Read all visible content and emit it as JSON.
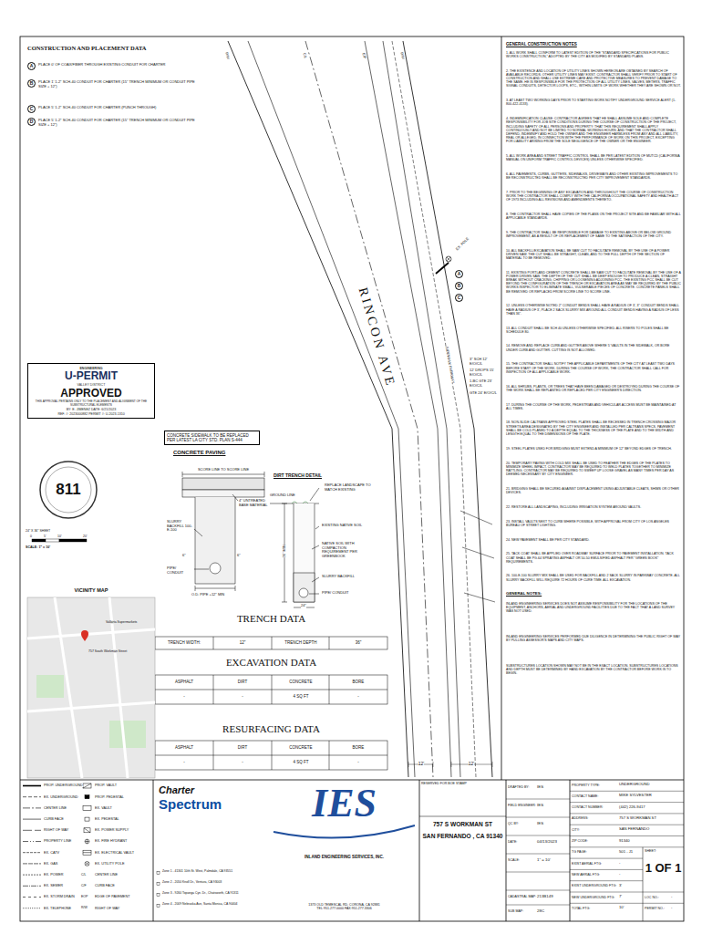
{
  "diagram": {
    "nodes": [
      {
        "text": [
          "A"
        ]
      },
      {
        "text": [
          "B"
        ]
      },
      {
        "text": [
          "C"
        ]
      },
      {
        "text": [
          "D"
        ]
      },
      {
        "text": [
          "ENGINEERING",
          "U-PERMIT",
          "VALLEY DISTRICT",
          "APPROVED",
          "THIS APPROVAL PERTAINS ONLY TO THE PLACEMENT AND ALIGNMENT OF THE SUBSTRUCTURAL ELEMENTS",
          "BY: E. JIMENEZ DATE: 6/21/2023",
          "REF. #: 2023000882 PERMIT #: U-2023-1310"
        ]
      },
      {
        "text": [
          "CONCRETE SIDEWALK TO BE REPLACED PER LATEST LA CITY STD. PLAN S-444"
        ]
      },
      {
        "text": [
          "A"
        ]
      },
      {
        "text": [
          "B"
        ]
      },
      {
        "text": [
          "C"
        ]
      },
      {
        "text": [
          "RESERVED FOR BOE STAMP"
        ]
      },
      {
        "text": [
          "SHEET:",
          "1 OF 1"
        ]
      }
    ],
    "labels": [
      "CONSTRUCTION AND PLACEMENT DATA",
      "PLACE 0' OF COAX/FIBER THROUGH EXISTING CONDUIT FOR CHARTER",
      "PLACE 1' 1-2\" SCH-40 CONDUIT FOR CHARTER (15\" TRENCH MINIMUM OR CONDUIT PIPE SIZE + 12\")",
      "PLACE 5' 1-2\" SCH-40 CONDUIT FOR CHARTER (PUNCH THROUGH)",
      "PLACE 5' 1-2\" SCH-40 CONDUIT FOR CHARTER (15\" TRENCH MINIMUM OR CONDUIT PIPE SIZE + 12\")",
      "GENERAL CONSTRUCTION NOTES",
      "1. ALL WORK SHALL CONFORM TO LATEST EDITION OF THE \"STANDARD SPECIFICATIONS FOR PUBLIC WORKS CONSTRUCTION,\" ADOPTED BY THE CITY AS MODIFIED BY STANDARD PLANS.",
      "2. THE EXISTENCE AND LOCATION OF UTILITY LINES SHOWN HEREON ARE OBTAINED BY SEARCH OF AVAILABLE RECORDS. OTHER UTILITY LINES MAY EXIST. CONTRACTOR SHALL VERIFY PRIOR TO START OF CONSTRUCTION AND SHALL USE EXTREME CARE AND PROTECTIVE MEASURES TO PREVENT DAMAGE TO THE SAME. HE IS RESPONSIBLE FOR THE PROTECTION OF ALL UTILITY LINES, VALVES, METERS, TRAFFIC SIGNAL CONDUITS, DETECTOR LOOPS, ETC., WITHIN LIMITS OF WORK WHETHER THEY ARE SHOWN OR NOT.",
      "3. AT LEAST TWO WORKING DAYS PRIOR TO STARTING WORK NOTIFY UNDERGROUND SERVICE ALERT (1-800-422-4133).",
      "4. INDEMNIFICATION CLAUSE: CONTRACTOR AGREES THAT HE SHALL ASSUME SOLE AND COMPLETE RESPONSIBILITY FOR JOB SITE CONDITIONS DURING THE COURSE OF CONSTRUCTION OF THE PROJECT, INCLUDING SAFETY OF ALL PERSONS AND PROPERTY; THAT THIS REQUIREMENT SHALL APPLY CONTINUOUSLY AND NOT BE LIMITED TO NORMAL WORKING HOURS; AND THAT THE CONTRACTOR SHALL DEFEND, INDEMNIFY AND HOLD THE OWNER AND THE ENGINEER HARMLESS FROM ANY AND ALL LIABILITY, REAL OR ALLEGED, IN CONNECTION WITH THE PERFORMANCE OF WORK ON THIS PROJECT, EXCEPTING FOR LIABILITY ARISING FROM THE SOLE NEGLIGENCE OF THE OWNER OR THE ENGINEER.",
      "5. ALL WORK AREA AND STREET TRAFFIC CONTROL SHALL BE PER LATEST EDITION OF MUTCD (CALIFORNIA MANUAL ON UNIFORM TRAFFIC CONTROL DEVICES) UNLESS OTHERWISE SPECIFIED.",
      "6. ALL PAVEMENTS, CURBS, GUTTERS, SIDEWALKS, DRIVEWAYS AND OTHER EXISTING IMPROVEMENTS TO BE RECONSTRUCTED SHALL BE RECONSTRUCTED PER CITY IMPROVEMENT STANDARDS.",
      "7. PRIOR TO THE BEGINNING OF ANY EXCAVATION AND THROUGHOUT THE COURSE OF CONSTRUCTION WORK THE CONTRACTOR SHALL COMPLY WITH THE CALIFORNIA OCCUPATIONAL SAFETY AND HEALTH ACT OF 1973 INCLUDING ALL REVISIONS AND AMENDMENTS THERETO.",
      "8. THE CONTRACTOR SHALL HAVE COPIES OF THE PLANS ON THE PROJECT SITE AND BE FAMILIAR WITH ALL APPLICABLE STANDARDS.",
      "9. THE CONTRACTOR SHALL BE RESPONSIBLE FOR DAMAGE TO EXISTING ABOVE OR BELOW GROUND IMPROVEMENT, AS A RESULT OF OR REPLACEMENT OF SAME TO THE SATISFACTION OF THE CITY.",
      "10. ALL BACKFILL/EXCAVATION SHALL BE SAW CUT TO FACILITATE REMOVAL BY THE USE OF A POWER DRIVEN SAW. THE CUT SHALL BE STRAIGHT, CLEAN, AND TO THE FULL DEPTH OF THE SECTION OF MATERIAL TO BE REMOVED.",
      "11. EXISTING PORTLAND CEMENT CONCRETE SHALL BE SAW CUT TO FACILITATE REMOVAL BY THE USE OF A POWER DRIVEN SAW. THE DEPTH OF THE CUT SHALL BE DEEP ENOUGH TO PRODUCE A CLEAN, STRAIGHT BREAK WITHOUT CRACKING, CHIPPING OR LOOSENING ADJOINING PCC. THE EXISTING PCC SHALL BE CUT BEYOND THE CONFIGURATION OF THE TRENCH OR EXCAVATION AREA AS MAY BE REQUIRED BY THE PUBLIC WORKS INSPECTOR TO ELIMINATE SMALL, VULNERABLE PIECES OF CONCRETE. CONCRETE PANELS SHALL BE REMOVED OR REPLACED FROM SCORE LINE TO SCORE LINE.",
      "12. UNLESS OTHERWISE NOTED 2\" CONDUIT BENDS SHALL HAVE A RADIUS OF 3', 3\" CONDUIT BENDS SHALL HAVE A RADIUS OF 3', PLACE 2 SACK SLURRY MIX AROUND ALL CONDUIT BENDS HAVING A RADIUS OF LESS THAN 36\".",
      "13. ALL CONDUIT SHALL BE SCH 40 UNLESS OTHERWISE SPECIFIED. ALL RISERS TO POLES SHALL BE SCHEDULE 80.",
      "14. REMOVE AND REPLACE CURB AND GUTTER ABOVE WHERE 5' VAULTS IN THE SIDEWALK, OR BORE UNDER CURB AND GUTTER. CUTTING IS NOT ALLOWED.",
      "15. THE CONTRACTOR SHALL NOTIFY THE APPLICABLE DEPARTMENTS OF THE CITY AT LEAST TWO DAYS BEFORE START OF THE WORK. DURING THE COURSE OF WORK, THE CONTRACTOR SHALL CALL FOR INSPECTION OF ALL APPLICABLE WORK.",
      "16. ALL SHRUBS, PLANTS, OR TREES THAT HAVE BEEN DAMAGED OR DESTROYED DURING THE COURSE OF THE WORK SHALL BE REPLANTED OR REPLACED PER CITY ENGINEER'S DIRECTION.",
      "17. DURING THE COURSE OF THE WORK, PEDESTRIAN AND VEHICULAR ACCESS MUST BE MAINTAINED AT ALL TIMES.",
      "18. NON-SLIDE CALTRANS APPROVED STEEL PLATES SHALL BE RECESSED IN TRENCH CROSSING MAJOR STREETS AREA DESIGNATED BY THE CITY ENGINEER AND INSTALLED PER CALTRANS SPECS. PAVEMENT SHALL BE COLD PLANED TO A DEPTH EQUAL TO THE THICKNESS OF THE PLATE AND TO THE WIDTH AND LENGTH EQUAL TO THE DIMENSIONS OF THE PLATE.",
      "19. STEEL PLATES USED FOR BRIDGING MUST EXTEND A MINIMUM OF 12\" BEYOND EDGES OF TRENCH.",
      "20. TEMPORARY PAVING WITH COLD MIX SHALL BE USED TO FEATHER THE EDGES OF THE PLATES TO MINIMIZE WHEEL IMPACT. CONTRACTOR MAY BE REQUIRED TO WELD PLATES TOGETHER TO MINIMIZE RATTLING. CONTRACTOR MAY BE REQUIRED TO SWEEP UP LOOSE GRAVEL AS MANY TIMES PER DAY AS DEEMED NECESSARY BY CITY ENGINEER.",
      "21. BRIDGING SHALL BE SECURED AGAINST DISPLACEMENT USING ADJUSTABLE CLEATS, SHIMS OR OTHER DEVICES.",
      "22. RESTORE ALL LANDSCAPING, INCLUDING IRRIGATION SYSTEM AROUND VAULTS.",
      "23. INSTALL VAULTS NEXT TO CURB WHERE POSSIBLE, WITH APPROVAL FROM CITY OF LOS ANGELES BUREAU OF STREET LIGHTING.",
      "24. NEW PAVEMENT SHALL BE PER CITY STANDARD.",
      "25. TACK COAT SHALL BE APPLIED OVER ROADWAY SURFACE PRIOR TO PAVEMENT INSTALLATION. TACK COAT SHALL BE PG-64 SPRAYING ASPHALT OR 50-50 EMULSIFIED ASPHALT PER \"GREEN BOOK\" REQUIREMENTS.",
      "26. 100-E-100 SLURRY MIX SHALL BE USED FOR BACKFILL AND 2 SACK SLURRY IN PARKWAY CONCRETE. ALL SLURRY BACKFILL WILL REQUIRE 72 HOURS OF CURE TIME. ALL EXCAVATION.",
      "GENERAL NOTES:",
      "INLAND ENGINEERING SERVICES DOES NOT ASSUME RESPONSIBILITY FOR THE LOCATIONS OF THE EQUIPMENT, ANCHORS, AERIAL AND UNDERGROUND FACILITIES DUE TO THE FACT THAT A LAND SURVEY WAS NOT USED.",
      "INLAND ENGINEERING SERVICES PERFORMED DUE DILIGENCE IN DETERMINING THE PUBLIC RIGHT OF WAY BY PULLING ASSESSOR'S MAPS AND CITY MAPS.",
      "SUBSTRUCTURES LOCATION SHOWN MAY NOT BE IN THE EXACT LOCATION. SUBSTRUCTURES LOCATIONS AND DEPTH MUST BE DETERMINED BY HAND EXCAVATION BY THE CONTRACTOR BEFORE WORK IS TO BEGIN.",
      "24\" X 36\" SHEET",
      "0",
      "5'",
      "10'",
      "20'",
      "SCALE: 1\" = 10'",
      "811",
      "VICINITY MAP",
      "757 South Workman Street",
      "Vallarta Supermarkets",
      "CONCRETE PAVING",
      "SCORE LINE TO SCORE LINE",
      "4\" UNTREATED BASE MATERIAL",
      "SLURRY BACKFILL 100-E-100",
      "6\"",
      "6\"",
      "PIPE/ CONDUIT",
      "O.D. PIPE +12\" MIN",
      "DIRT TRENCH DETAIL",
      "REPLACE LANDSCAPE TO MATCH EXISTING",
      "GROUND LINE",
      "EXISTING NATIVE SOIL",
      "NATIVE SOIL WITH COMPACTION REQUIREMENT PER GREENBOOK",
      "36\" MIN",
      "SLURRY BACKFILL",
      "PIPE/ CONDUIT",
      "24\"",
      "TRENCH DATA",
      "TRENCH WIDTH:",
      "12\"",
      "TRENCH DEPTH",
      "36\"",
      "EXCAVATION DATA",
      "ASPHALT",
      "DIRT",
      "CONCRETE",
      "BORE",
      "-",
      "-",
      "4 SQ FT",
      "-",
      "RESURFACING DATA",
      "ASPHALT",
      "DIRT",
      "CONCRETE",
      "BORE",
      "-",
      "-",
      "4 SQ FT",
      "-",
      "R/W",
      "C/L",
      "E/P",
      "R/W",
      "RINCON AVE",
      "SIDEWALK PARKWAY",
      "EX. POLE",
      "3\" SCH 12' E/O/C/L",
      "12' DROPS 15' E/O/C/L",
      "1-BC GTE 23' E/O/C/L",
      "GTE 24' E/O/C/L",
      "12'",
      "12'",
      "C/L",
      "C/F",
      "EOP",
      "R/W",
      "Charter",
      "Spectrum",
      "Zone 1 - 41301 10th St. West, Palmdale, CA 93551",
      "Zone 2 - 2050 Knoll Dr., Ventura, CA 93003",
      "Zone 3 - 9260 Topanga Cyn. Dr., Chatsworth, CA 91311",
      "Zone 4 - 2009 Nebraska Ave, Santa Monica, CA 90404",
      "IES",
      "INLAND ENGINEERING SERVICES, INC.",
      "1373 OLD TEMESCAL RD, CORONA, CA 92881",
      "TEL:951.277.0000 FAX:951.277.3306",
      "757 S WORKMAN ST",
      "SAN FERNANDO , CA 91340",
      "DRAFTED BY:",
      "IES",
      "FIELD ENGINEER:",
      "IES",
      "QC BY:",
      "IES",
      "DATE:",
      "04/13/2023",
      "SCALE:",
      "1\" = 10'",
      "CADASTRAL MAP:",
      "213B149",
      "SUB MAP:",
      "28C",
      "PROPERTY TYPE:",
      "UNDERGROUND",
      "CONTACT NAME:",
      "MIKE SYLVESTER",
      "CONTACT NUMBER:",
      "(442) 226-9417",
      "ADDRESS:",
      "757 S WORKMAN ST",
      "CITY:",
      "SAN FERNANDO",
      "ZIP CODE:",
      "91340",
      "TG PAGE:",
      "501 - J1",
      "EXIST AERIAL FTG:",
      "-",
      "NEW AERIAL FTG:",
      "-",
      "EXIST UNDERGROUND FTG:",
      "3'",
      "NEW UNDERGROUND FTG:",
      "7'",
      "TOTAL FTG:",
      "10'",
      "LOC NO.:",
      "-",
      "PERMIT NO.:",
      "-"
    ],
    "legend": [
      {
        "text": "PROP. UNDERGROUND"
      },
      {
        "text": "EX. UNDERGROUND"
      },
      {
        "text": "CENTER LINE"
      },
      {
        "text": "CURB FACE"
      },
      {
        "text": "RIGHT OF WAY"
      },
      {
        "text": "PROPERTY LINE"
      },
      {
        "text": "EX. CATV"
      },
      {
        "text": "EX. GAS"
      },
      {
        "text": "EX. POWER"
      },
      {
        "text": "EX. SEWER"
      },
      {
        "text": "EX. STORM DRAIN"
      },
      {
        "text": "EX. TELEPHONE"
      },
      {
        "text": "PROP. VAULT"
      },
      {
        "text": "PROP. PEDESTAL"
      },
      {
        "text": "EX. VAULT"
      },
      {
        "text": "EX. PEDESTAL"
      },
      {
        "text": "EX. POWER SUPPLY"
      },
      {
        "text": "EX. FIRE HYDRANT"
      },
      {
        "text": "EX. ELECTRICAL VAULT"
      },
      {
        "text": "EX. UTILITY POLE"
      },
      {
        "text": "CENTER LINE"
      },
      {
        "text": "CURB FACE"
      },
      {
        "text": "EDGE OF PAVEMENT"
      },
      {
        "text": "RIGHT OF WAY"
      }
    ]
  }
}
